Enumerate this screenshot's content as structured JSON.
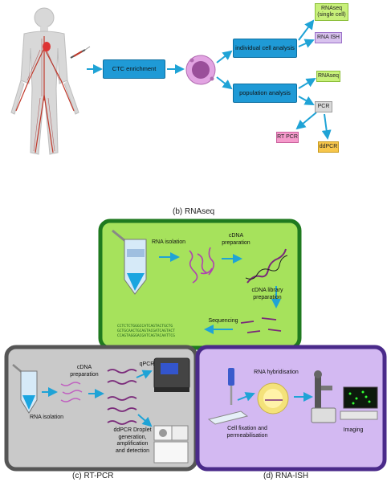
{
  "flow": {
    "ctc": "CTC enrichment",
    "individual": "individual cell analysis",
    "population": "population analysis",
    "rnaseq_single": "RNAseq (single cell)",
    "rna_ish": "RNA ISH",
    "rnaseq": "RNAseq",
    "pcr": "PCR",
    "rt_pcr": "RT PCR",
    "ddpcr": "ddPCR"
  },
  "panels": {
    "b_label": "(b) RNAseq",
    "c_label": "(c) RT-PCR",
    "d_label": "(d) RNA-ISH"
  },
  "rnaseq": {
    "rna_isolation": "RNA isolation",
    "cdna_prep": "cDNA preparation",
    "cdna_library": "cDNA library preparation",
    "sequencing": "Sequencing",
    "seq_line1": "CCTCTCTGGGCCATCAGTACTGCTG",
    "seq_line2": "GCTGCAACTGCAGTACGATCAGTACT",
    "seq_line3": "CCAGTAGGGACGATCAGTACAATTCG"
  },
  "rtpcr": {
    "cdna_prep": "cDNA preparation",
    "rna_isolation": "RNA isolation",
    "qpcr": "qPCR",
    "ddpcr": "ddPCR Droplet generation, amplification and detection"
  },
  "rnaish": {
    "hybridisation": "RNA hybridisation",
    "fixation": "Cell fixation and permeabilisation",
    "imaging": "Imaging"
  },
  "colors": {
    "flow_blue": "#1f9ad6",
    "rnaseq_fill": "#a6e25c",
    "rnaseq_border": "#1f7a1f",
    "rtpcr_fill": "#c9c9c9",
    "rtpcr_border": "#555555",
    "rnaish_fill": "#d3b9f2",
    "rnaish_border": "#4a2a8a"
  }
}
